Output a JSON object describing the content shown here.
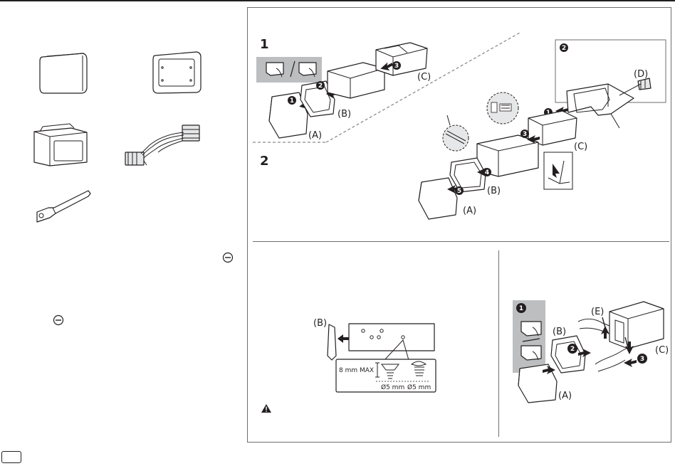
{
  "labels": {
    "A": "(A)",
    "B": "(B)",
    "C": "(C)",
    "D": "(D)",
    "E": "(E)"
  },
  "steps": {
    "install_method_1": "1",
    "install_method_2": "2",
    "badge_1": "1",
    "badge_2": "2",
    "badge_3": "3",
    "badge_4": "4",
    "badge_5": "5"
  },
  "mounting": {
    "screw_depth": "8 mm MAX",
    "diameter_left": "Ø5 mm",
    "diameter_right": "Ø5 mm"
  },
  "colors": {
    "ink": "#231f20",
    "panel_line": "#6d6e71",
    "gray_callout": "#bcbec0",
    "light_fill": "#e6e7e8"
  }
}
